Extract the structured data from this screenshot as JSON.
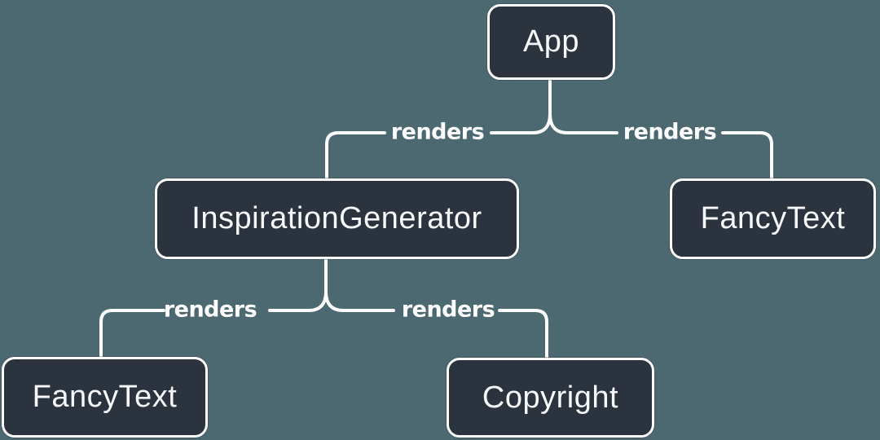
{
  "diagram": {
    "nodes": [
      {
        "id": "app",
        "label": "App"
      },
      {
        "id": "inspiration-generator",
        "label": "InspirationGenerator"
      },
      {
        "id": "fancy-text-right",
        "label": "FancyText"
      },
      {
        "id": "fancy-text-left",
        "label": "FancyText"
      },
      {
        "id": "copyright",
        "label": "Copyright"
      }
    ],
    "edges": [
      {
        "from": "App",
        "to": "InspirationGenerator",
        "label": "renders"
      },
      {
        "from": "App",
        "to": "FancyText",
        "label": "renders"
      },
      {
        "from": "InspirationGenerator",
        "to": "FancyText",
        "label": "renders"
      },
      {
        "from": "InspirationGenerator",
        "to": "Copyright",
        "label": "renders"
      }
    ],
    "colors": {
      "background": "#4c6972",
      "node_fill": "#2b333f",
      "node_border": "#ffffff",
      "connector": "#ffffff",
      "text": "#f7f8fa"
    }
  }
}
